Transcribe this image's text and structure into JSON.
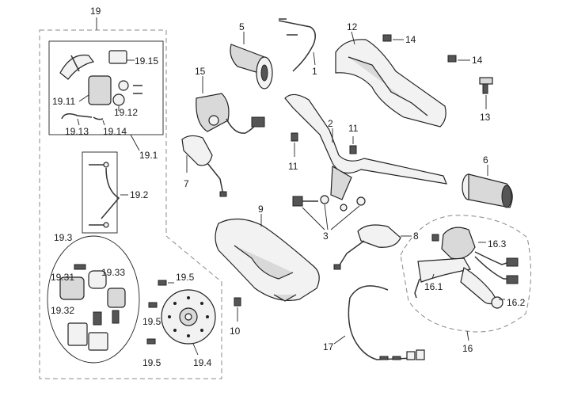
{
  "labels": {
    "l19": "19",
    "l19_15": "19.15",
    "l19_11": "19.11",
    "l19_12": "19.12",
    "l19_13": "19.13",
    "l19_14": "19.14",
    "l19_1": "19.1",
    "l19_2": "19.2",
    "l19_3": "19.3",
    "l19_31": "19.31",
    "l19_33": "19.33",
    "l19_32": "19.32",
    "l19_5a": "19.5",
    "l19_5b": "19.5",
    "l19_5c": "19.5",
    "l19_4": "19.4",
    "l5": "5",
    "l15": "15",
    "l7": "7",
    "l1": "1",
    "l12": "12",
    "l14a": "14",
    "l14b": "14",
    "l13": "13",
    "l2": "2",
    "l11a": "11",
    "l11b": "11",
    "l6": "6",
    "l9": "9",
    "l3": "3",
    "l8": "8",
    "l10": "10",
    "l16_3": "16.3",
    "l16_1": "16.1",
    "l16_2": "16.2",
    "l16": "16",
    "l17": "17"
  }
}
